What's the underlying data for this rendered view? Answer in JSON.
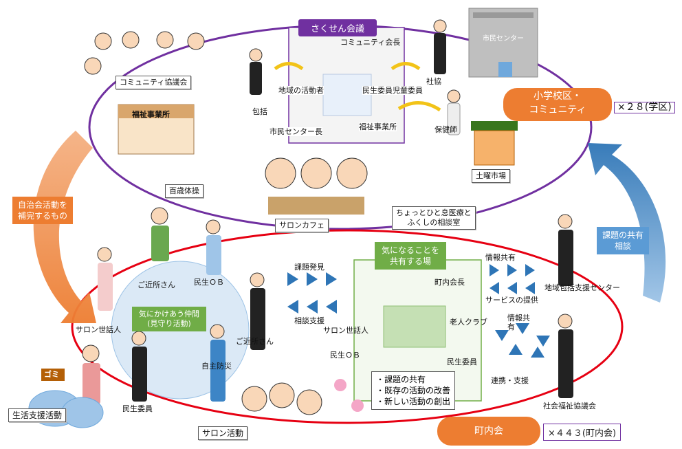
{
  "top_section": {
    "banner": "さくせん会議",
    "district_label": "小学校区・\nコミュニティ",
    "district_count": "×２８(学区)",
    "building_sign": "市民センター",
    "meeting_labels": [
      "コミュニティ会長",
      "地域の活動者",
      "民生委員児童委員",
      "市民センター長",
      "福祉事業所"
    ],
    "side_people": [
      "包括",
      "社協",
      "保健師"
    ],
    "nodes": [
      "コミュニティ協議会",
      "福祉事業所",
      "百歳体操",
      "サロンカフェ",
      "土曜市場",
      "ちょっとひと息医療と\nふくしの相談室"
    ]
  },
  "bottom_section": {
    "district_label": "町内会",
    "district_count": "×４４３(町内会)",
    "left_arrow_label": "自治会活動を\n補完するもの",
    "right_arrow_label": "課題の共有\n相談",
    "watch_group": "気にかけあう仲間\n(見守り活動)",
    "share_box": "気になることを\n共有する場",
    "share_list": [
      "・課題の共有",
      "・既存の活動の改善",
      "・新しい活動の創出"
    ],
    "left_people": [
      "ご近所さん",
      "民生ＯＢ",
      "サロン世話人",
      "ご近所さん",
      "自主防災",
      "民生委員"
    ],
    "meeting_people": [
      "町内会長",
      "老人クラブ",
      "サロン世話人",
      "民生ＯＢ",
      "民生委員"
    ],
    "flow_labels": [
      "課題発見",
      "相談支援",
      "情報共有",
      "サービスの提供",
      "情報共\n有",
      "連携・支援"
    ],
    "right_people": [
      "地域包括支援センター",
      "社会福祉協議会"
    ],
    "life_support": "生活支援活動",
    "garbage_sign": "ゴミ",
    "salon_activity": "サロン活動"
  },
  "colors": {
    "purple": "#7030a0",
    "red": "#e60012",
    "orange": "#ed7d31",
    "blue": "#5b9bd5",
    "green": "#70ad47",
    "light_blue_circle": "#dbe9f6"
  }
}
